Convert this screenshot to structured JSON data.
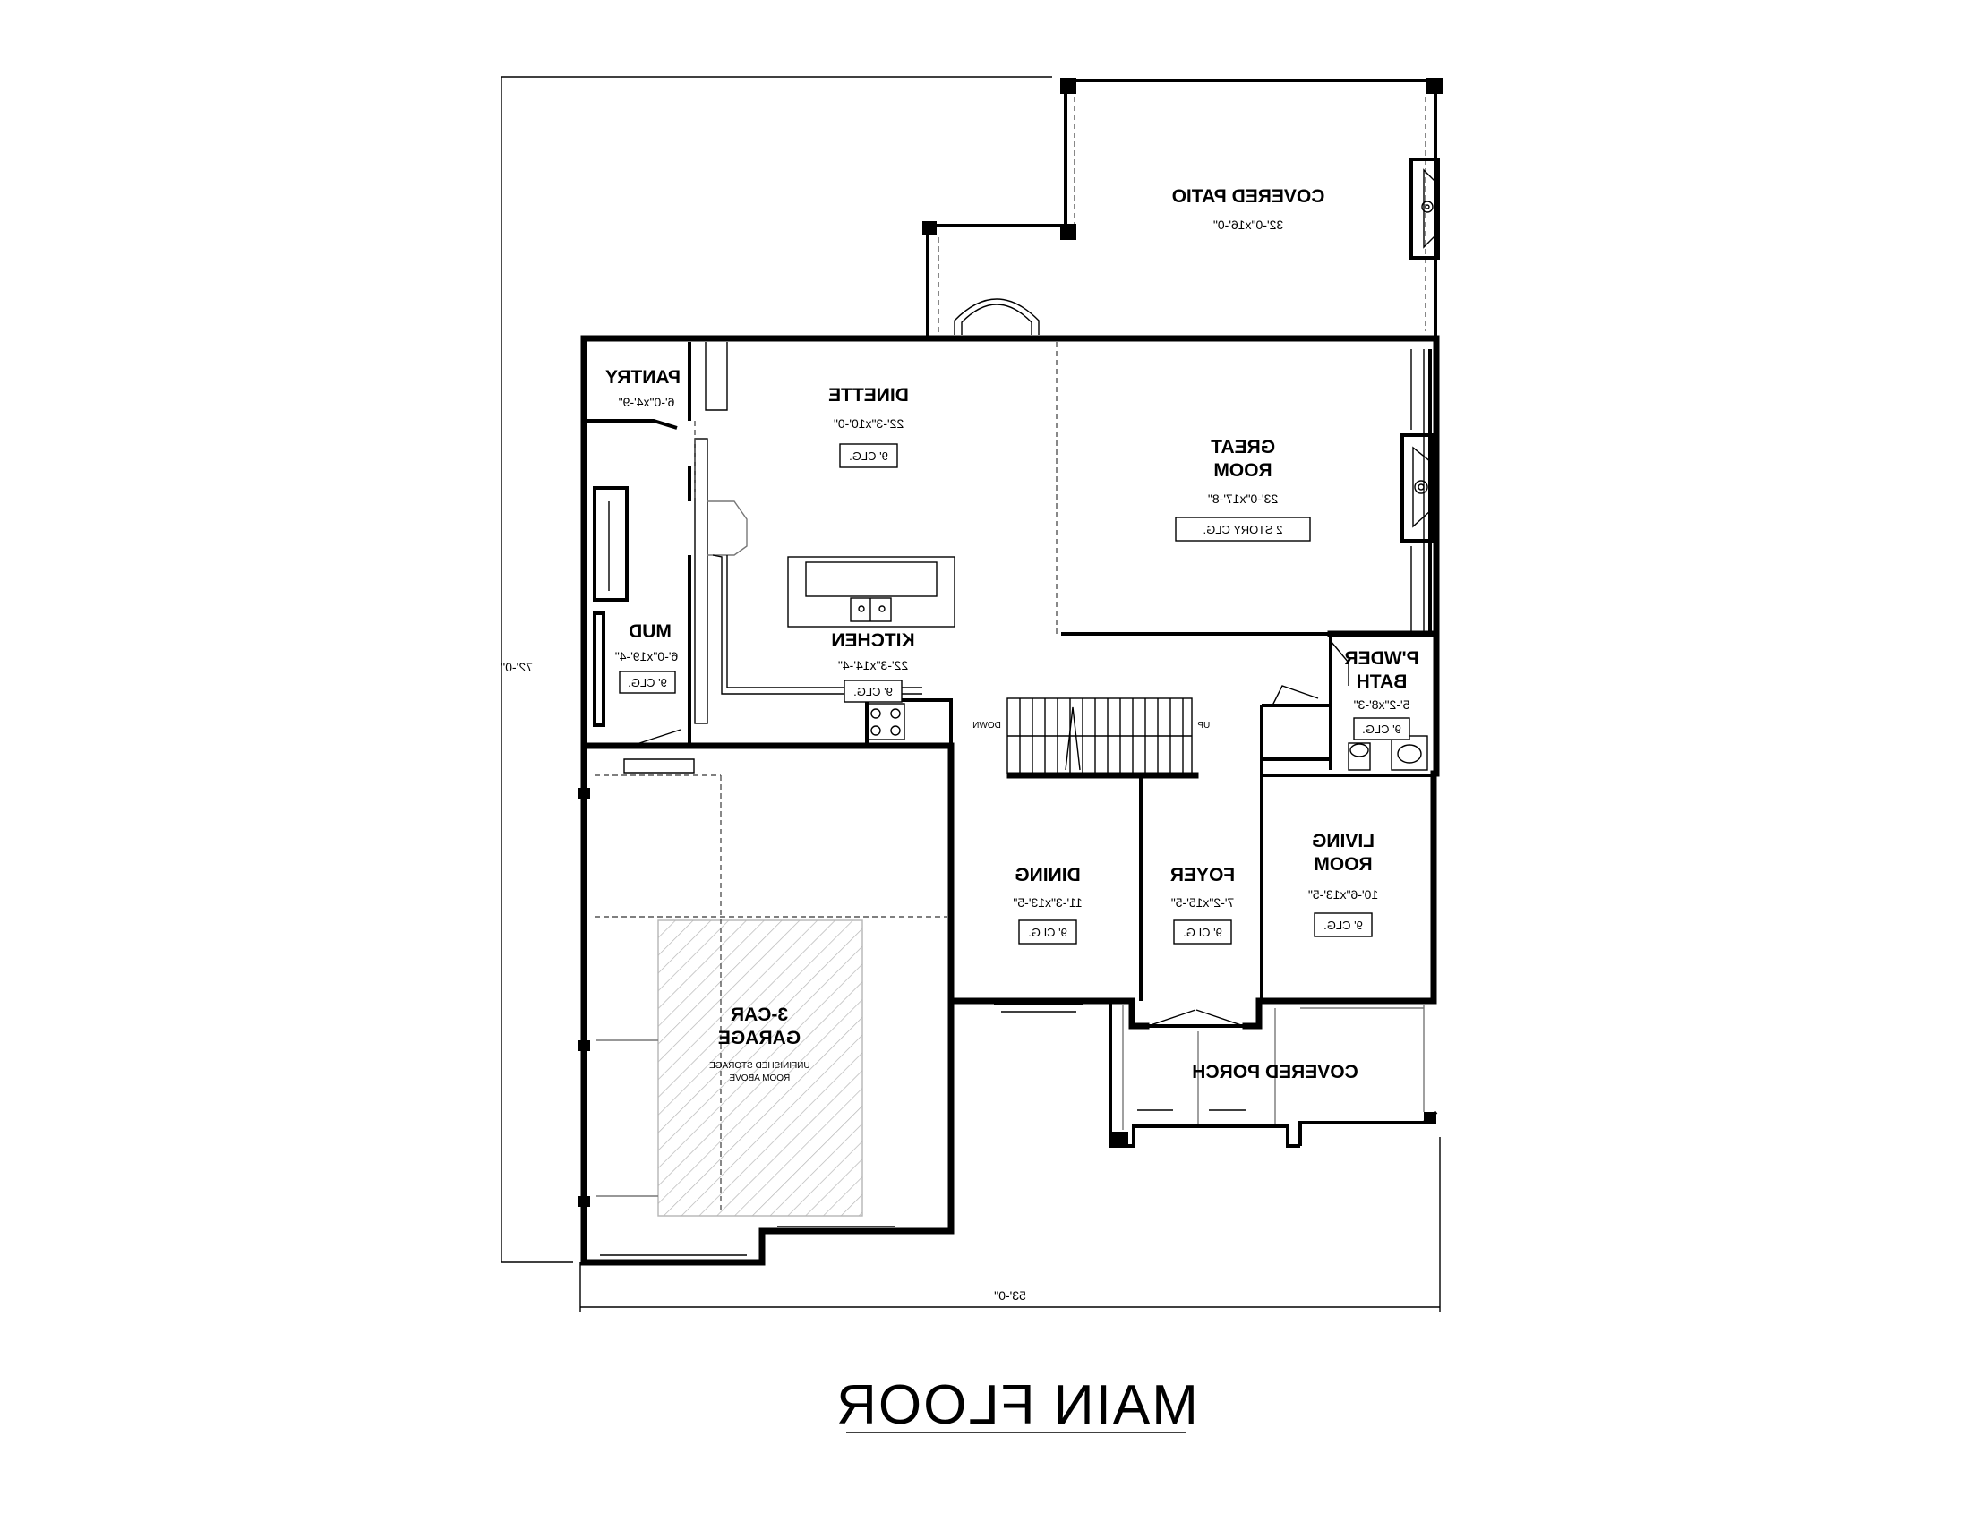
{
  "title": "MAIN FLOOR",
  "dimensions": {
    "overall_width": "53'-0\"",
    "overall_depth": "72'-0\""
  },
  "rooms": {
    "covered_patio": {
      "name": "COVERED PATIO",
      "size": "32'-0\"x16'-0\""
    },
    "pantry": {
      "name": "PANTRY",
      "size": "6'-0\"x4'-9\""
    },
    "dinette": {
      "name": "DINETTE",
      "size": "22'-3\"x10'-0\"",
      "ceiling": "9' CLG."
    },
    "great_room": {
      "name_line1": "GREAT",
      "name_line2": "ROOM",
      "size": "23'-0\"x17'-8\"",
      "ceiling": "2 STORY CLG."
    },
    "kitchen": {
      "name": "KITCHEN",
      "size": "22'-3\"x14'-4\"",
      "ceiling": "9' CLG."
    },
    "mud": {
      "name": "MUD",
      "size": "6'-0\"x19'-4\"",
      "ceiling": "9' CLG."
    },
    "powder_bath": {
      "name_line1": "P'WDER",
      "name_line2": "BATH",
      "size": "5'-2\"x8'-3\"",
      "ceiling": "9' CLG."
    },
    "stairs": {
      "down": "DOWN",
      "up": "UP"
    },
    "dining": {
      "name": "DINING",
      "size": "11'-3\"x13'-5\"",
      "ceiling": "9' CLG."
    },
    "foyer": {
      "name": "FOYER",
      "size": "7'-2\"x15'-5\"",
      "ceiling": "9' CLG."
    },
    "living_room": {
      "name_line1": "LIVING",
      "name_line2": "ROOM",
      "size": "10'-6\"x13'-5\"",
      "ceiling": "9' CLG."
    },
    "garage": {
      "name_line1": "3-CAR",
      "name_line2": "GARAGE",
      "note_line1": "UNFINISHED STORAGE",
      "note_line2": "ROOM ABOVE"
    },
    "covered_porch": {
      "name": "COVERED PORCH"
    }
  }
}
